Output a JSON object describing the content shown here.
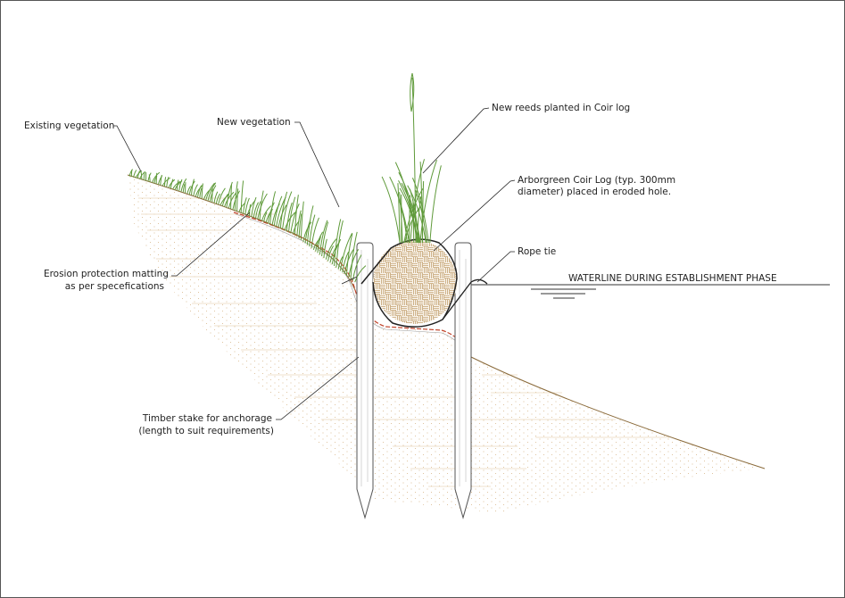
{
  "title": "Coir log bank restoration cross-section",
  "labels": {
    "existing_vegetation": "Existing vegetation",
    "new_vegetation": "New vegetation",
    "new_reeds": "New reeds planted in Coir log",
    "coir_log_line1": "Arborgreen Coir Log (typ. 300mm",
    "coir_log_line2": "diameter) placed in eroded hole.",
    "rope_tie": "Rope tie",
    "waterline": "WATERLINE DURING ESTABLISHMENT PHASE",
    "erosion_line1": "Erosion protection matting",
    "erosion_line2": "as per specefications",
    "stake_line1": "Timber stake for anchorage",
    "stake_line2": "(length to suit requirements)"
  },
  "colors": {
    "grass": "#5f9a3a",
    "matting": "#c0432a",
    "soil_dots": "#d9b98a",
    "coir": "#c8a97a",
    "ground_line": "#8a6a3a"
  }
}
